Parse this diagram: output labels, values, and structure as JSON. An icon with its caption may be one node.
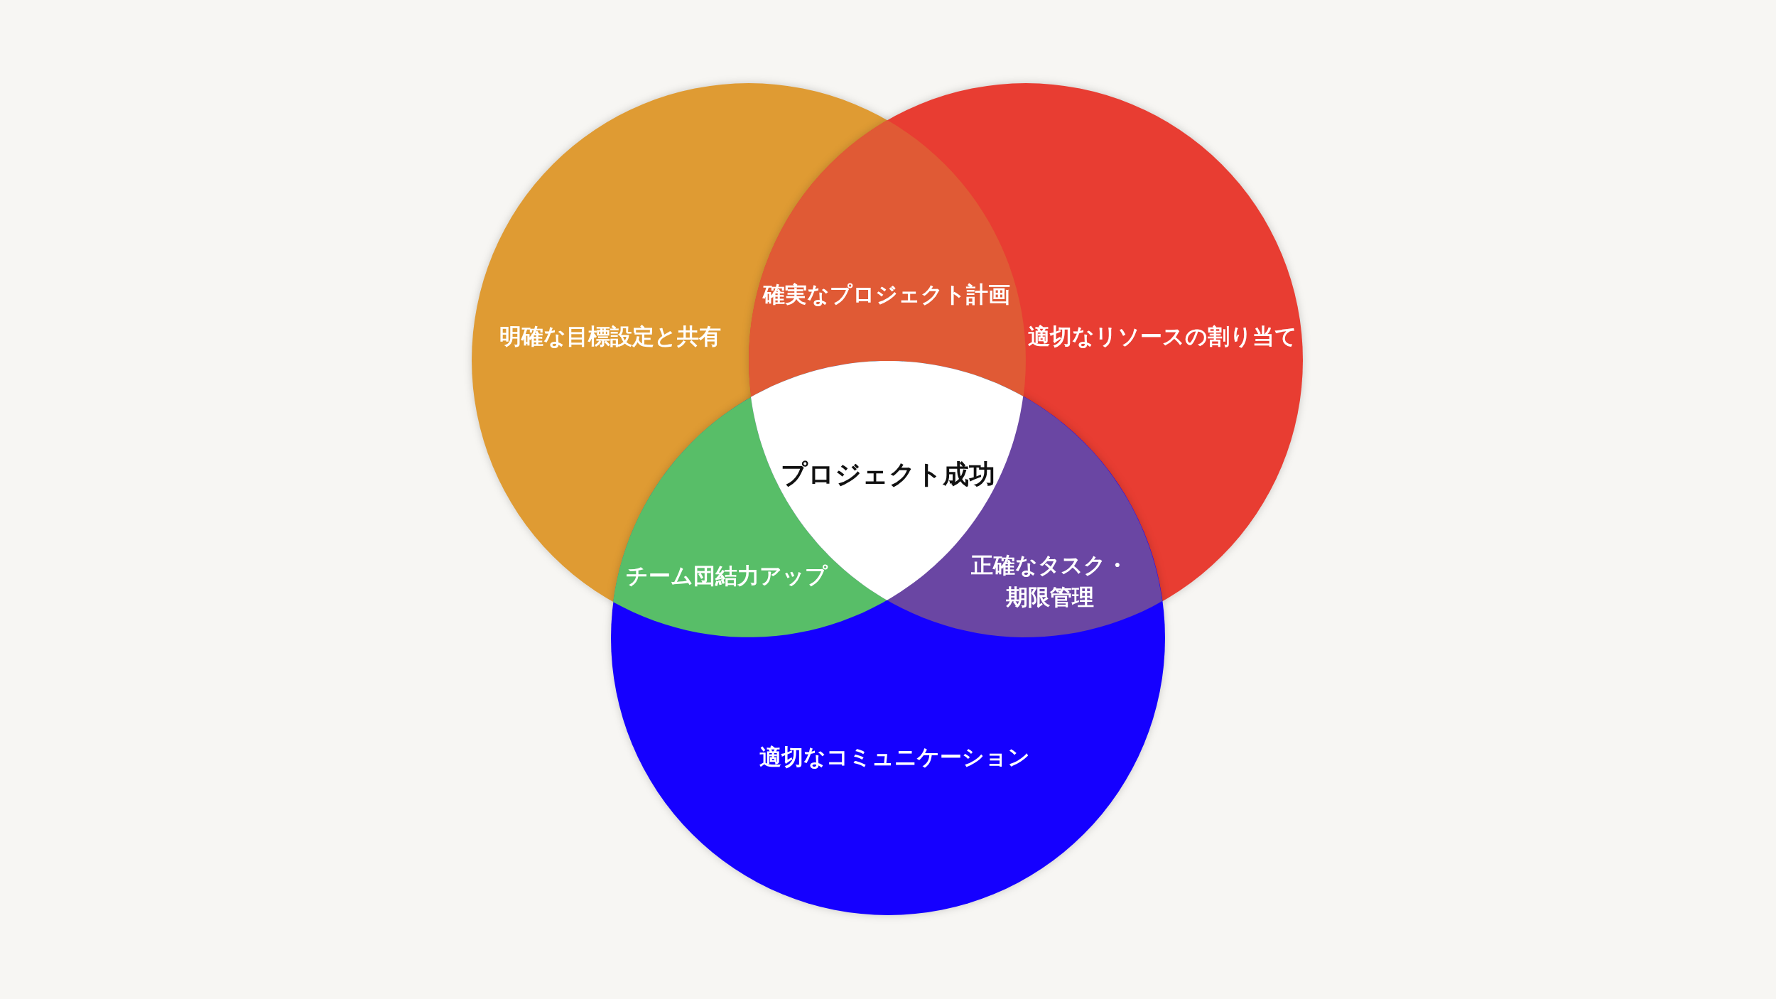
{
  "diagram": {
    "nodes": [
      {
        "text": [
          "明確な目標設定と共有"
        ]
      },
      {
        "text": [
          "確実なプロジェクト計画"
        ]
      },
      {
        "text": [
          "適切なリソースの割り当て"
        ]
      },
      {
        "text": [
          "プロジェクト成功"
        ]
      },
      {
        "text": [
          "チーム団結力アップ"
        ]
      },
      {
        "text": [
          "正確なタスク・期限管理"
        ]
      },
      {
        "text": [
          "適切なコミュニケーション"
        ]
      }
    ]
  }
}
